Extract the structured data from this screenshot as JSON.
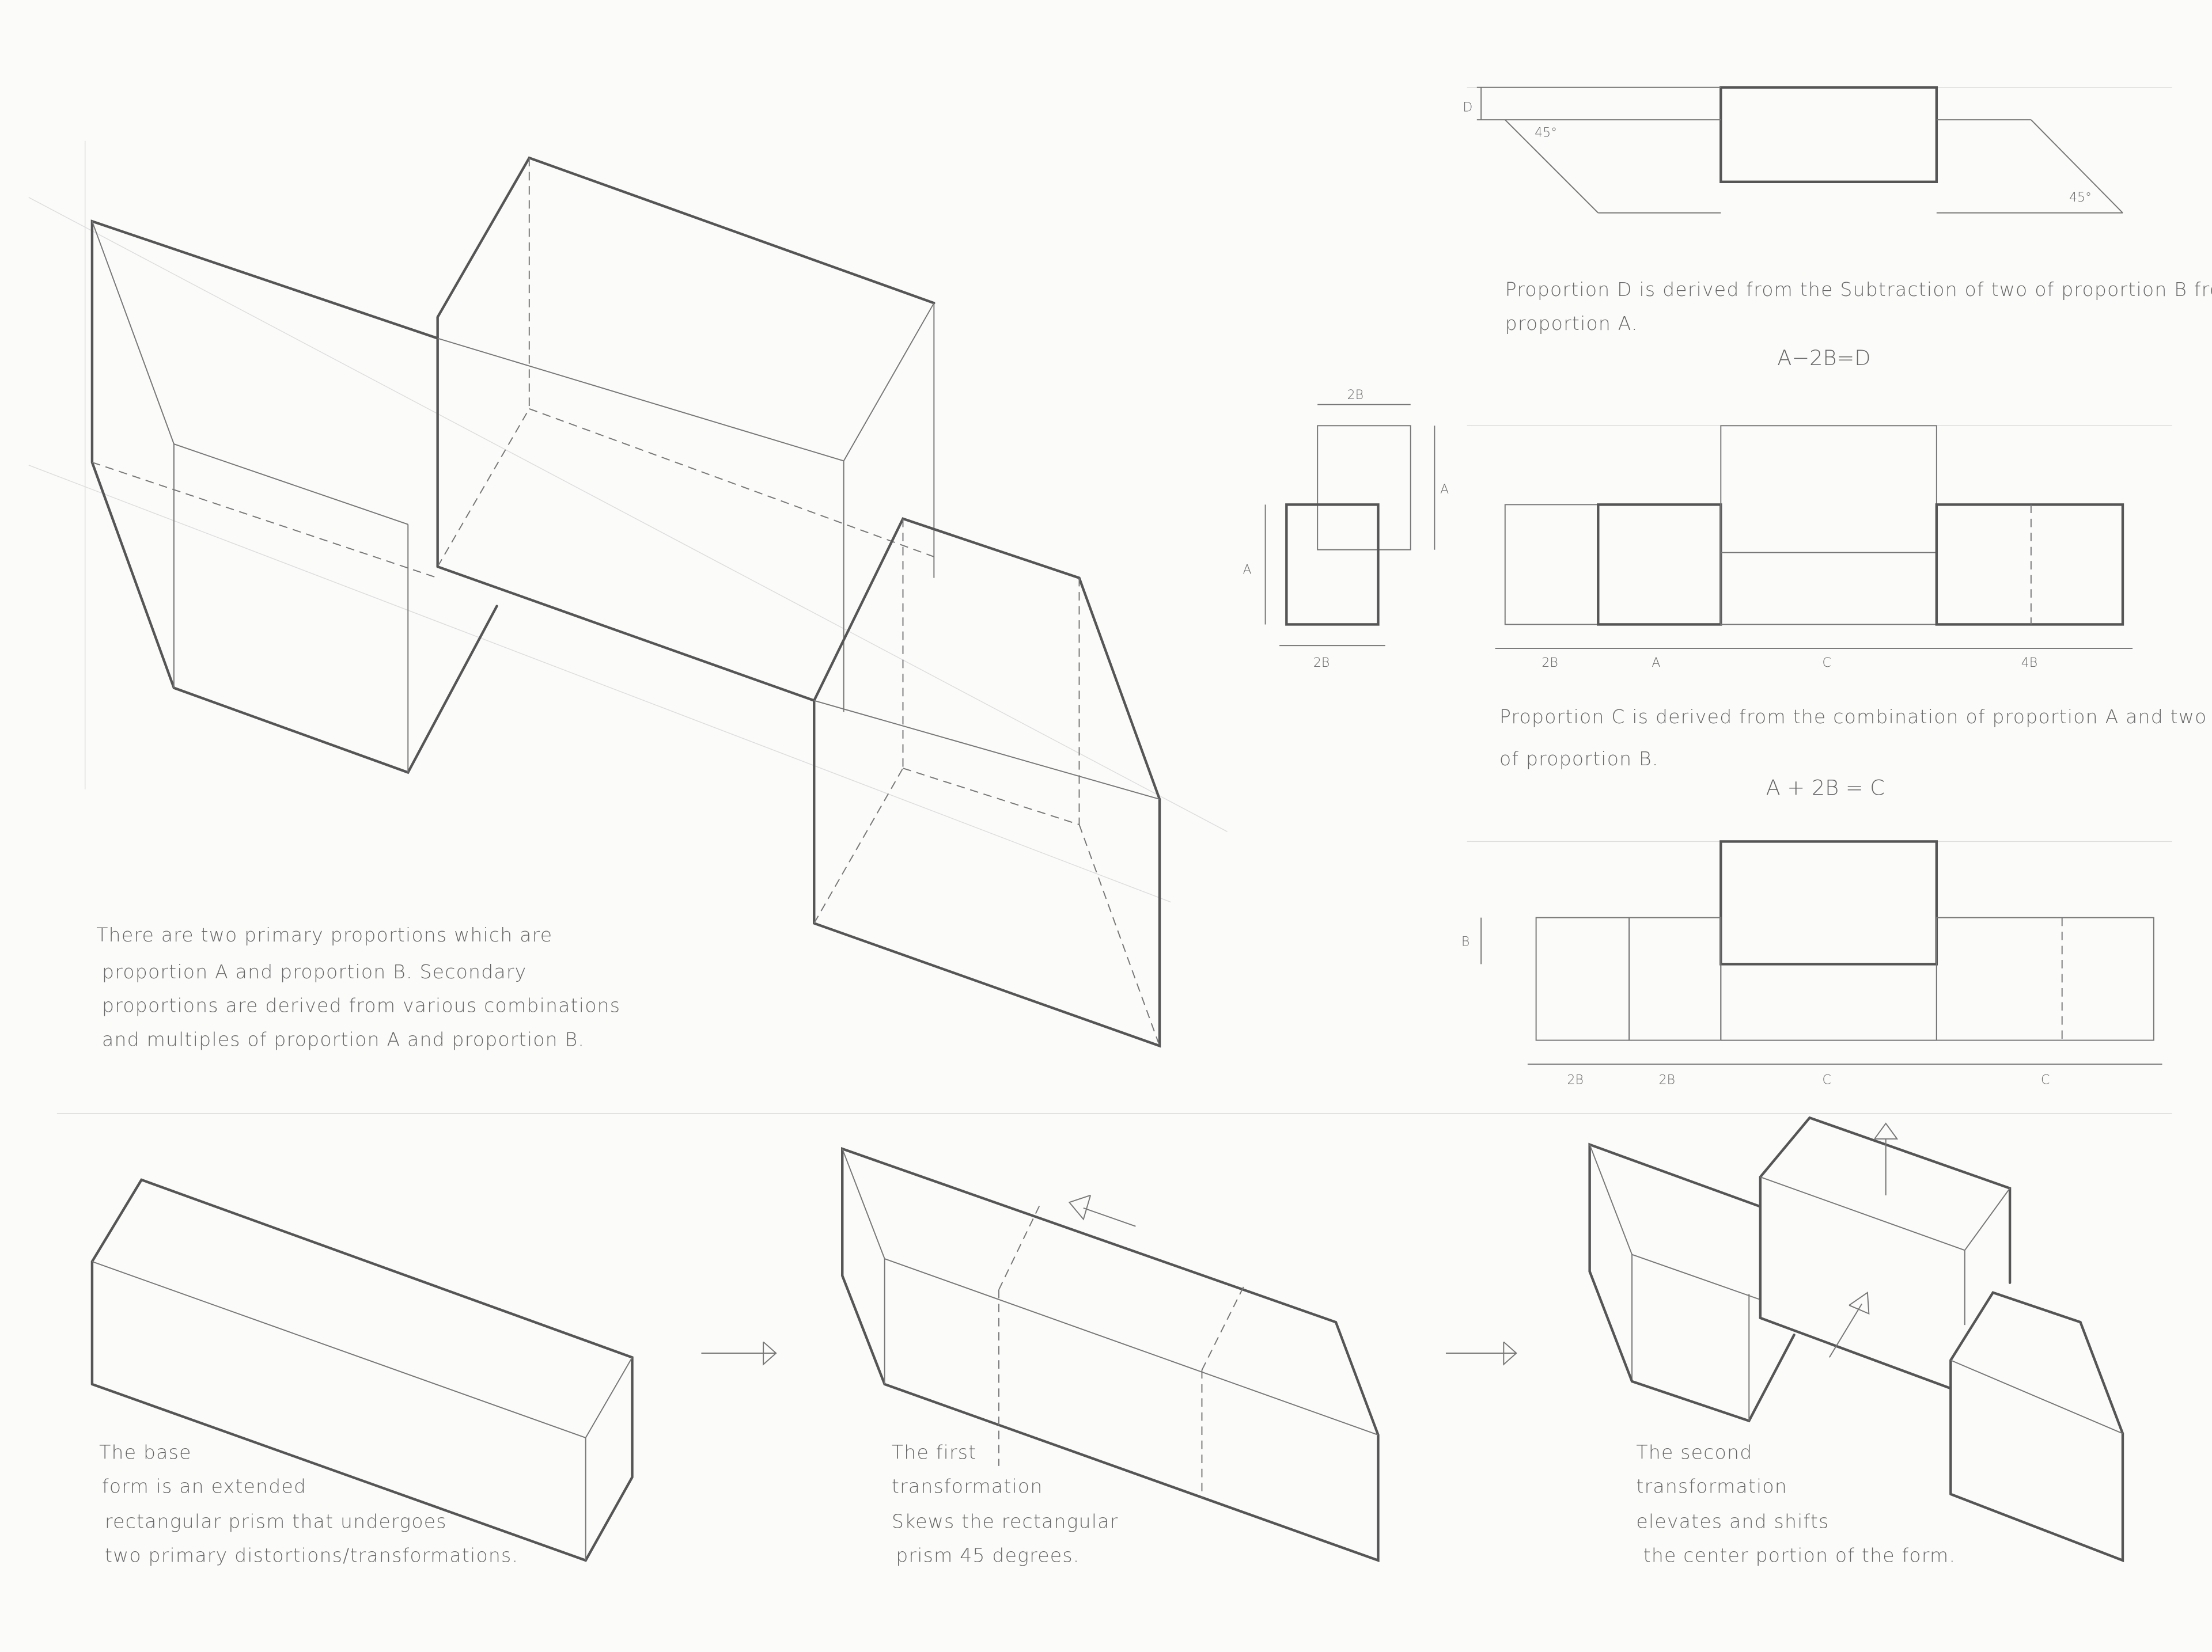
{
  "intro_text": [
    "There are two primary proportions which are",
    "proportion A  and  proportion B. Secondary",
    "proportions are derived from various combinations",
    "and multiples of proportion A  and proportion B."
  ],
  "diagram_d": {
    "label_d": "D",
    "angle_left": "45°",
    "angle_right": "45°",
    "text": [
      "Proportion D is derived from the Subtraction of two of proportion B from",
      "proportion A."
    ],
    "formula": "A−2B=D"
  },
  "diagram_c": {
    "plan_top": "2B",
    "plan_right": "A",
    "plan_left": "A",
    "plan_bottom": "2B",
    "dims": [
      "2B",
      "A",
      "C",
      "4B"
    ],
    "text": [
      "Proportion C is derived from the combination of proportion A and two",
      "of proportion B."
    ],
    "formula": "A + 2B = C"
  },
  "diagram_b": {
    "label_b": "B",
    "dims": [
      "2B",
      "2B",
      "C",
      "C"
    ]
  },
  "steps": [
    {
      "text": [
        "The base",
        "form is an extended",
        "rectangular prism that undergoes",
        "two primary distortions/transformations."
      ]
    },
    {
      "text": [
        "The first",
        "transformation",
        "Skews the rectangular",
        "prism 45 degrees."
      ]
    },
    {
      "text": [
        "The second",
        "transformation",
        "elevates and shifts",
        "the center portion of the form."
      ]
    }
  ]
}
